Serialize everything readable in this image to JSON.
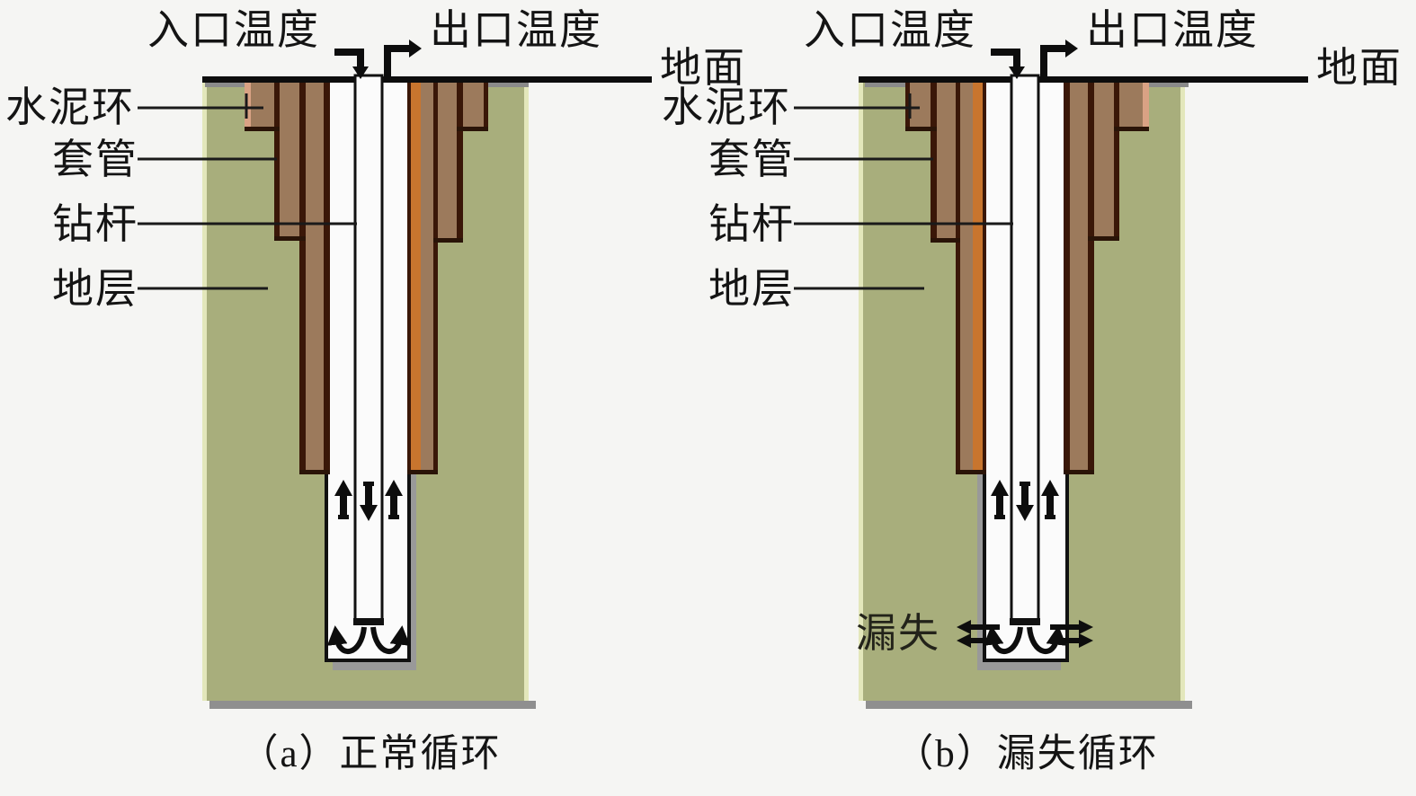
{
  "figure": {
    "type": "wellbore-circulation-schematic",
    "colors": {
      "background": "#f5f5f3",
      "formation_green": "#a8ae7c",
      "formation_green_edge": "#e3e7bb",
      "cement_brown": "#9c7a5c",
      "cement_tan": "#d9a284",
      "casing_dark_brown": "#3a1708",
      "casing_orange": "#c8752e",
      "wellbore_white": "#fbfbfb",
      "shadow_gray": "#8f8f8f",
      "line_black": "#0d0d0d"
    },
    "panels": [
      {
        "id": "a",
        "caption": "（a）正常循环",
        "labels": {
          "inlet": "入口温度",
          "outlet": "出口温度",
          "ground": "地面",
          "cement": "水泥环",
          "casing": "套管",
          "drill_pipe": "钻杆",
          "formation": "地层"
        }
      },
      {
        "id": "b",
        "caption": "（b）漏失循环",
        "labels": {
          "inlet": "入口温度",
          "outlet": "出口温度",
          "ground": "地面",
          "cement": "水泥环",
          "casing": "套管",
          "drill_pipe": "钻杆",
          "formation": "地层",
          "loss": "漏失"
        }
      }
    ]
  }
}
